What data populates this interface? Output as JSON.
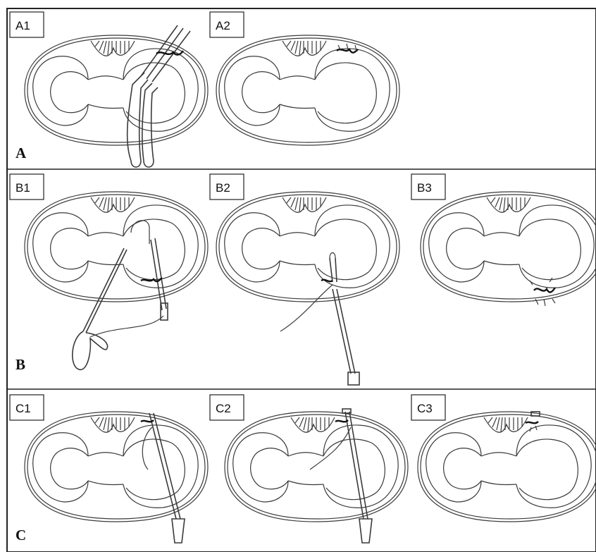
{
  "panels": [
    {
      "id": "A1",
      "label": "A1"
    },
    {
      "id": "A2",
      "label": "A2"
    },
    {
      "id": "B1",
      "label": "B1"
    },
    {
      "id": "B2",
      "label": "B2"
    },
    {
      "id": "B3",
      "label": "B3"
    },
    {
      "id": "C1",
      "label": "C1"
    },
    {
      "id": "C2",
      "label": "C2"
    },
    {
      "id": "C3",
      "label": "C3"
    }
  ],
  "rows": [
    {
      "id": "A",
      "label": "A"
    },
    {
      "id": "B",
      "label": "B"
    },
    {
      "id": "C",
      "label": "C"
    }
  ]
}
